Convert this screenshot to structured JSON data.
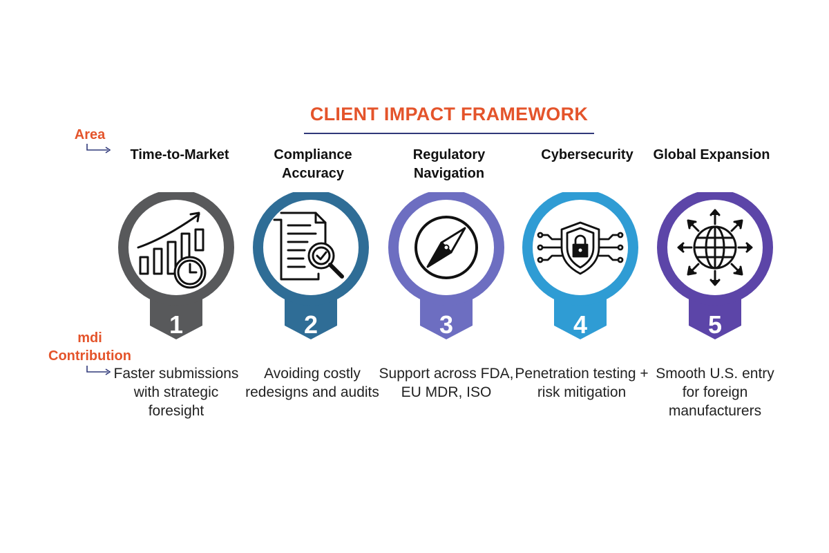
{
  "title": "CLIENT IMPACT FRAMEWORK",
  "row_labels": {
    "area": "Area",
    "contribution_line1": "mdi",
    "contribution_line2": "Contribution"
  },
  "items": [
    {
      "number": "1",
      "area": "Time-to-Market",
      "contribution": "Faster submissions with strategic foresight",
      "icon": "growth-chart-clock-icon",
      "color": "#58595b"
    },
    {
      "number": "2",
      "area": "Compliance Accuracy",
      "contribution": "Avoiding costly redesigns and audits",
      "icon": "document-magnifier-check-icon",
      "color": "#2f6d96"
    },
    {
      "number": "3",
      "area": "Regulatory Navigation",
      "contribution": "Support across FDA, EU MDR, ISO",
      "icon": "compass-icon",
      "color": "#6d6ec1"
    },
    {
      "number": "4",
      "area": "Cybersecurity",
      "contribution": "Penetration testing + risk mitigation",
      "icon": "shield-lock-circuit-icon",
      "color": "#2f9cd4"
    },
    {
      "number": "5",
      "area": "Global Expansion",
      "contribution": "Smooth U.S. entry for foreign manufacturers",
      "icon": "globe-arrows-icon",
      "color": "#5c45a8"
    }
  ]
}
